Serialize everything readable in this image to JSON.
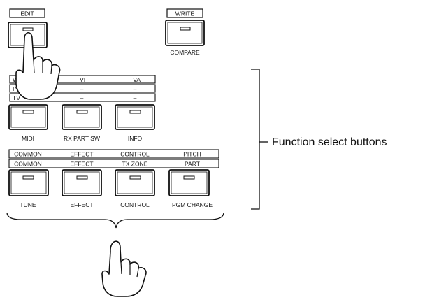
{
  "top": {
    "edit_label": "EDIT",
    "write_label": "WRITE",
    "compare_label": "COMPARE"
  },
  "row1": {
    "strips": [
      {
        "cells": [
          "W",
          "TVF",
          "TVA"
        ]
      },
      {
        "cells": [
          "IN",
          "–",
          "–"
        ]
      },
      {
        "cells": [
          "TV",
          "–",
          "–"
        ]
      }
    ],
    "buttons": [
      "MIDI",
      "RX PART SW",
      "INFO"
    ]
  },
  "row2": {
    "strips": [
      {
        "cells": [
          "COMMON",
          "EFFECT",
          "CONTROL",
          "PITCH"
        ]
      },
      {
        "cells": [
          "COMMON",
          "EFFECT",
          "TX ZONE",
          "PART"
        ]
      }
    ],
    "buttons": [
      "TUNE",
      "EFFECT",
      "CONTROL",
      "PGM CHANGE"
    ]
  },
  "callout": "Function select buttons"
}
